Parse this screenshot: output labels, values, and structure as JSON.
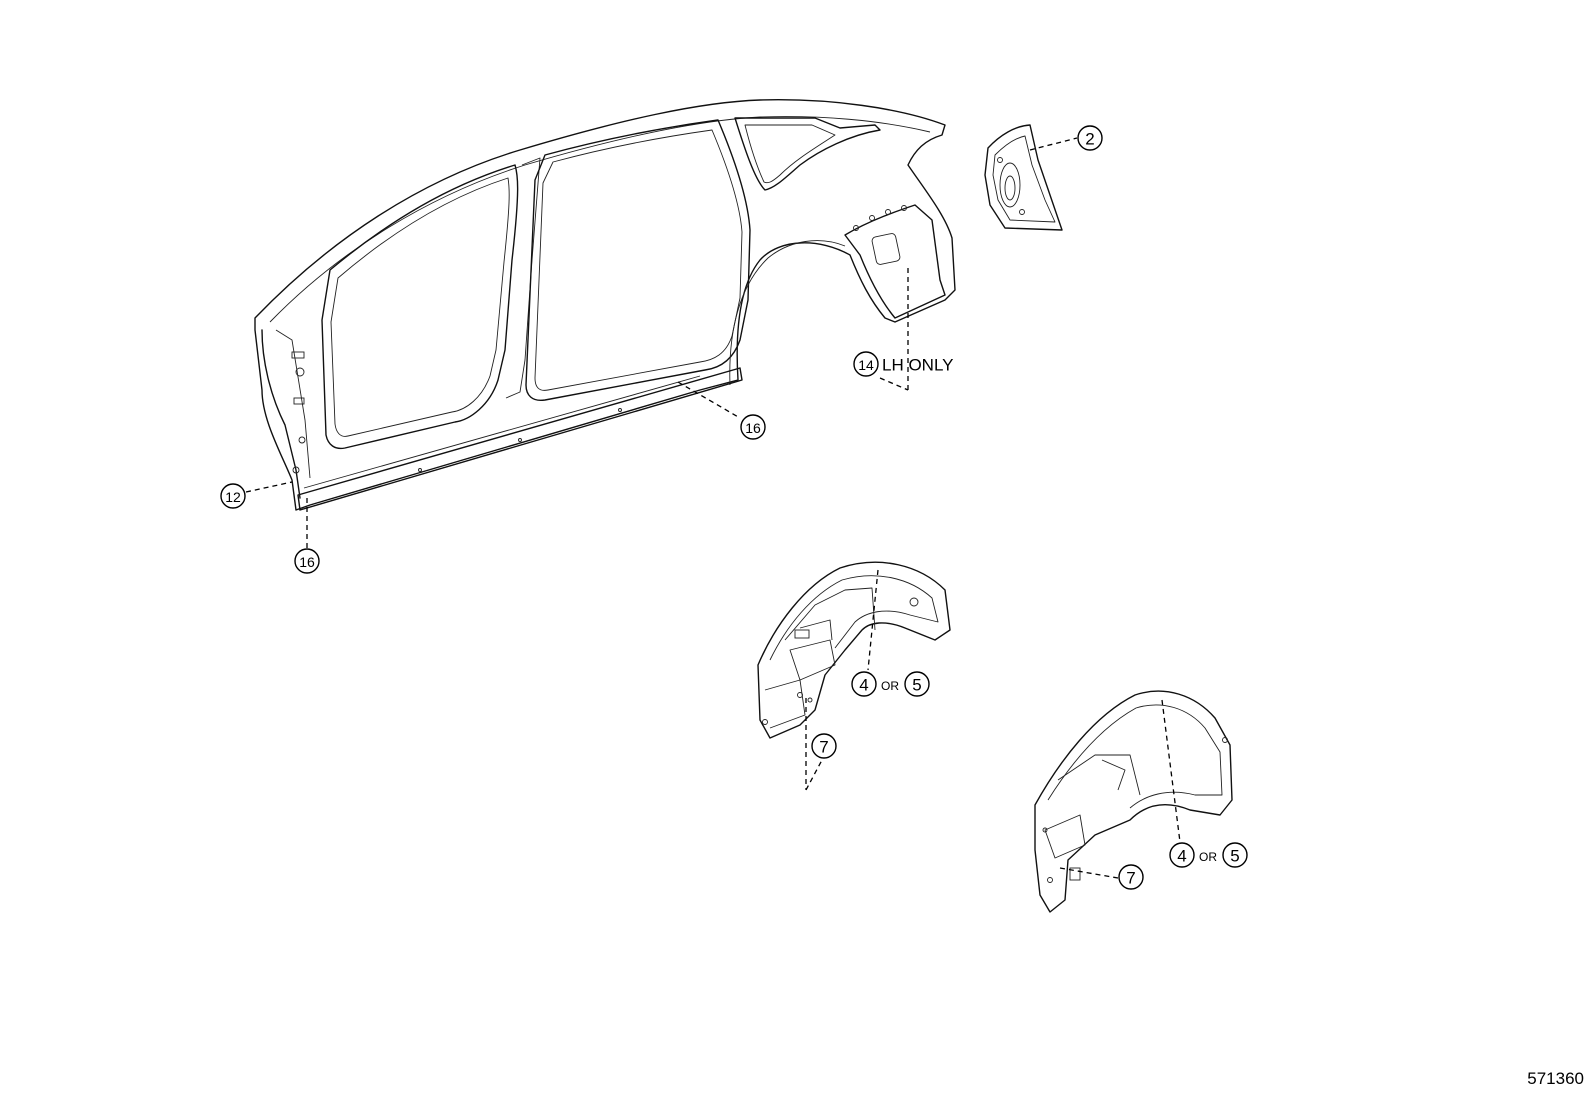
{
  "callouts": {
    "c2": "2",
    "c12": "12",
    "c14": "14",
    "c14_note": "LH ONLY",
    "c16_sill": "16",
    "c16_pillar": "16",
    "c4_front": "4",
    "c5_front": "5",
    "or_front": "OR",
    "c7_front": "7",
    "c4_rear": "4",
    "c5_rear": "5",
    "or_rear": "OR",
    "c7_rear": "7"
  },
  "figure_number": "571360"
}
